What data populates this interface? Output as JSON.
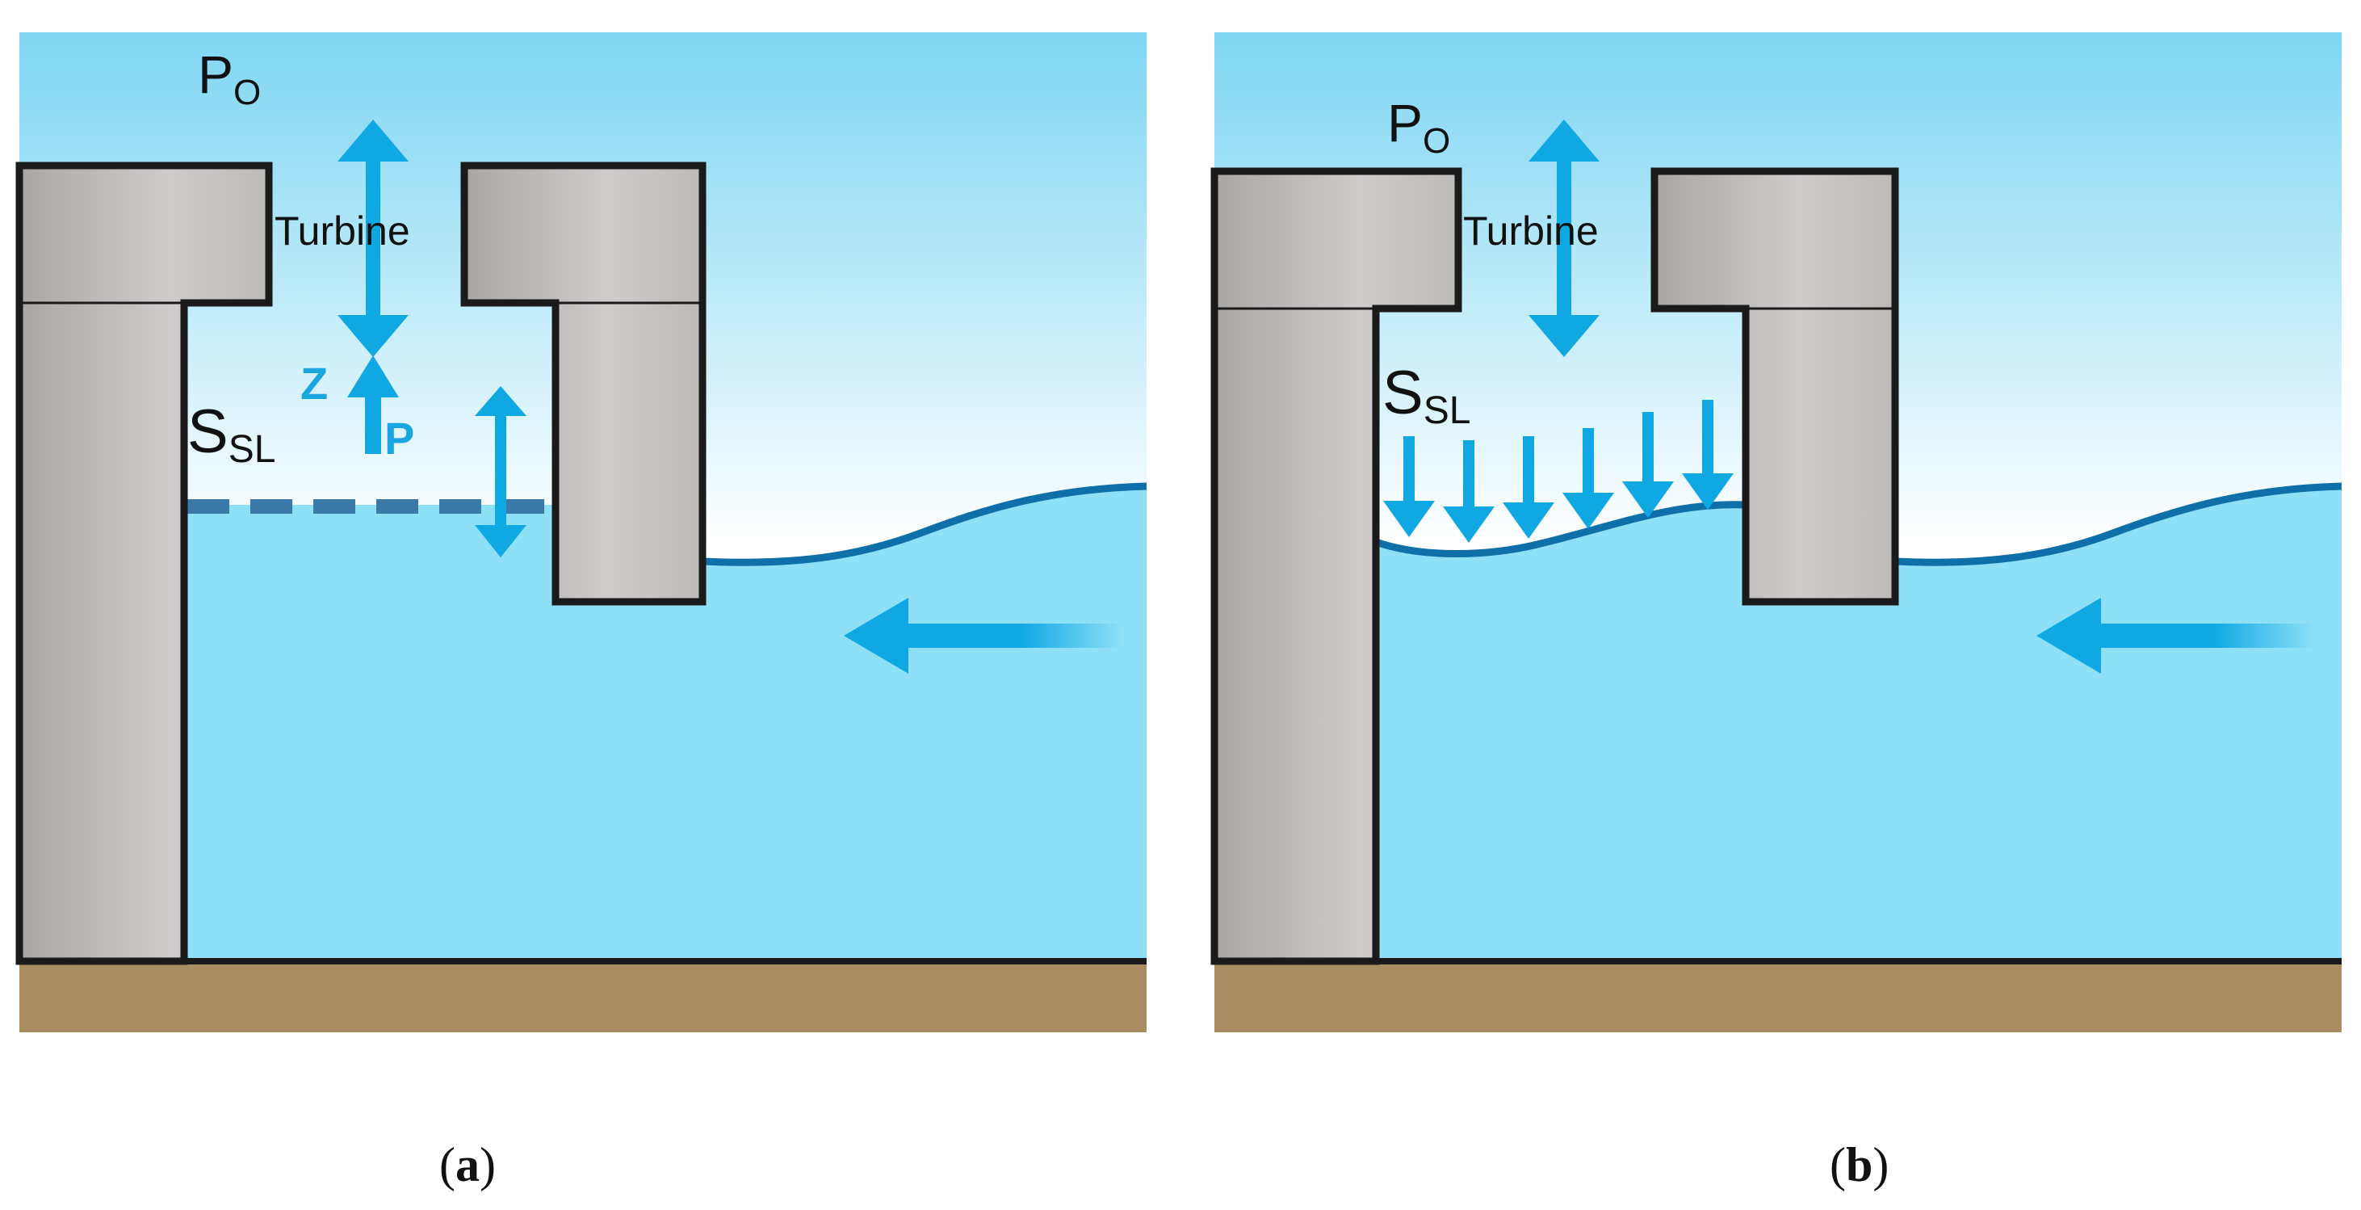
{
  "panels": [
    {
      "id": "a",
      "caption_letter": "a",
      "labels": {
        "p0_main": "P",
        "p0_sub": "O",
        "turbine": "Turbine",
        "ssl_main": "S",
        "ssl_sub": "SL",
        "z": "Z",
        "p": "P"
      }
    },
    {
      "id": "b",
      "caption_letter": "b",
      "labels": {
        "p0_main": "P",
        "p0_sub": "O",
        "turbine": "Turbine",
        "ssl_main": "S",
        "ssl_sub": "SL"
      }
    }
  ],
  "colors": {
    "sky_top": "#7fd6f3",
    "sky_bottom": "#ffffff",
    "water": "#8ee0f7",
    "wall": "#c9c6c4",
    "outline": "#1a1a1a",
    "ground": "#a98c62",
    "arrow": "#10a8e3",
    "surface_line": "#0f6fa8",
    "dashed_line": "#3a79a8"
  },
  "icons": {
    "turbine_arrow": "double-headed-vertical-arrow-icon",
    "wave_arrow": "left-arrow-icon",
    "pressure_arrows": "down-arrow-icon"
  }
}
